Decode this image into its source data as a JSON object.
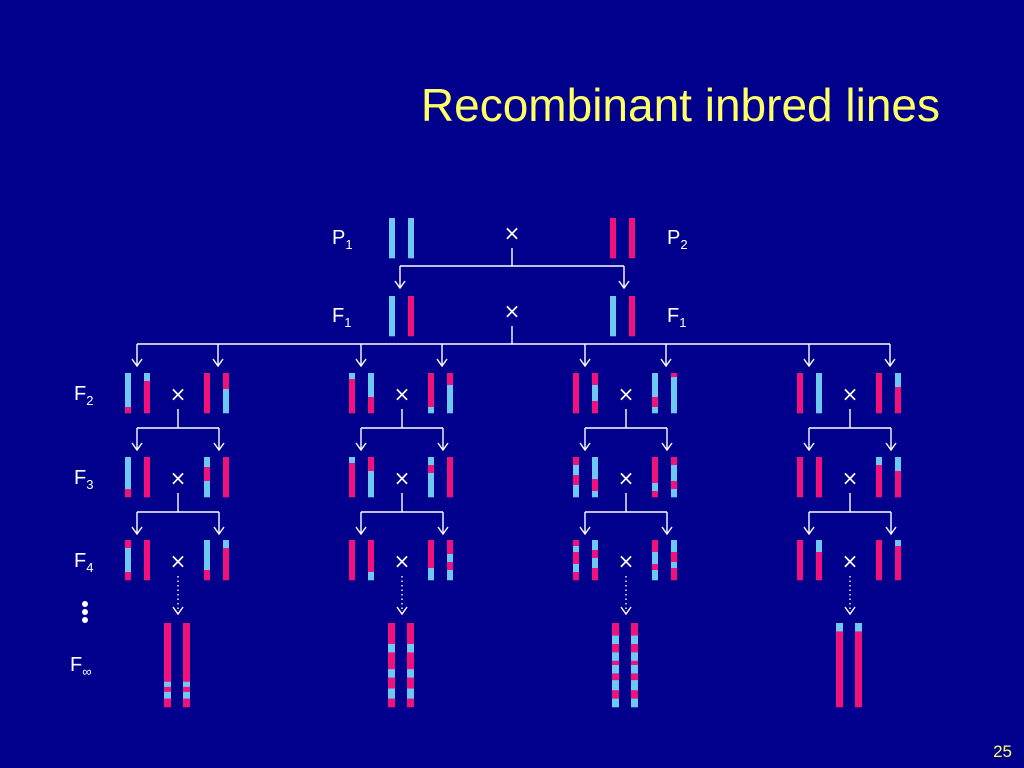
{
  "slide": {
    "title": "Recombinant inbred lines",
    "page_number": "25",
    "colors": {
      "background": "#00008C",
      "title": "#FFFF66",
      "parent1": "#6EC8F5",
      "parent2": "#F0127A",
      "lines": "#FFFFFF"
    }
  },
  "labels": {
    "p1": {
      "main": "P",
      "sub": "1"
    },
    "p2": {
      "main": "P",
      "sub": "2"
    },
    "f1_left": {
      "main": "F",
      "sub": "1"
    },
    "f1_right": {
      "main": "F",
      "sub": "1"
    },
    "f2": {
      "main": "F",
      "sub": "2"
    },
    "f3": {
      "main": "F",
      "sub": "3"
    },
    "f4": {
      "main": "F",
      "sub": "4"
    },
    "f_inf": {
      "main": "F",
      "sub": "∞"
    },
    "cross_symbol": "×"
  }
}
